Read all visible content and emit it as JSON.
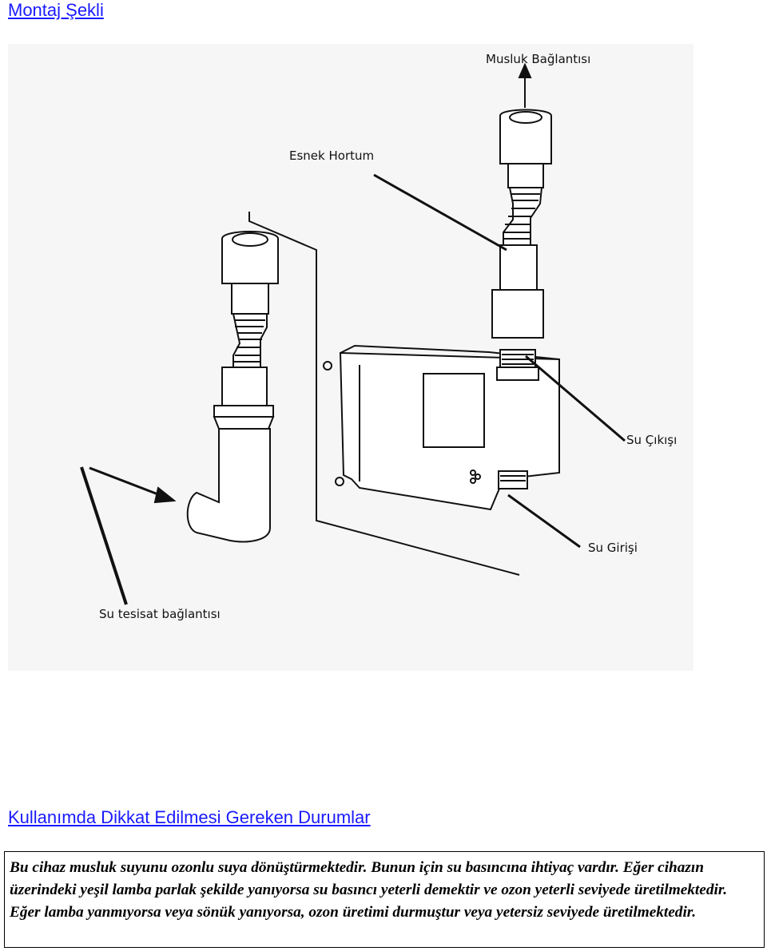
{
  "section1": {
    "title": "Montaj Şekli"
  },
  "figure": {
    "labels": {
      "faucet_connection": "Musluk Bağlantısı",
      "flexible_hose": "Esnek Hortum",
      "water_outlet": "Su Çıkışı",
      "water_inlet": "Su Girişi",
      "plumbing_connection": "Su tesisat bağlantısı"
    }
  },
  "section2": {
    "title": "Kullanımda Dikkat Edilmesi Gereken Durumlar"
  },
  "note": {
    "text": "Bu cihaz musluk suyunu ozonlu suya dönüştürmektedir. Bunun için su basıncına ihtiyaç vardır. Eğer cihazın üzerindeki yeşil lamba parlak şekilde yanıyorsa su basıncı yeterli demektir ve ozon yeterli seviyede üretilmektedir. Eğer lamba yanmıyorsa veya sönük yanıyorsa, ozon üretimi durmuştur veya yetersiz seviyede üretilmektedir."
  },
  "colors": {
    "heading": "#1a1aff",
    "line": "#111111",
    "figure_bg": "#f6f6f6"
  }
}
